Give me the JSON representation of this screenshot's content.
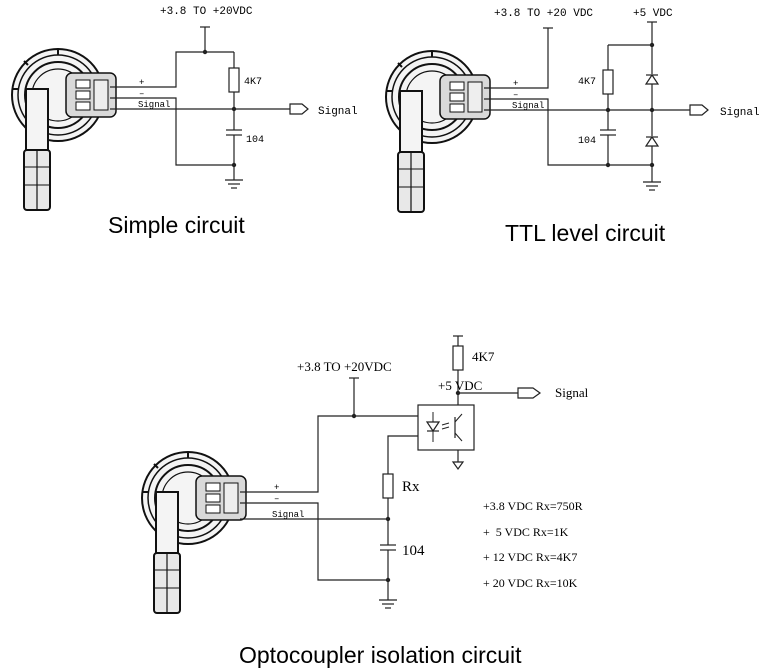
{
  "simple": {
    "supply": "+3.8 TO +20VDC",
    "plus": "+",
    "minus": "–",
    "signal_wire": "Signal",
    "r1": "4K7",
    "c1": "104",
    "output": "Signal",
    "caption": "Simple circuit"
  },
  "ttl": {
    "supply": "+3.8 TO +20 VDC",
    "supply5": "+5 VDC",
    "plus": "+",
    "minus": "–",
    "signal_wire": "Signal",
    "r1": "4K7",
    "c1": "104",
    "output": "Signal",
    "caption": "TTL level circuit"
  },
  "opto": {
    "supply": "+3.8 TO +20VDC",
    "r_pull": "4K7",
    "supply5": "+5 VDC",
    "output": "Signal",
    "plus": "+",
    "minus": "–",
    "signal_wire": "Signal",
    "rx": "Rx",
    "c1": "104",
    "table": [
      "+3.8 VDC Rx=750R",
      "+  5 VDC Rx=1K",
      "+ 12 VDC Rx=4K7",
      "+ 20 VDC Rx=10K"
    ],
    "caption": "Optocoupler isolation circuit"
  }
}
